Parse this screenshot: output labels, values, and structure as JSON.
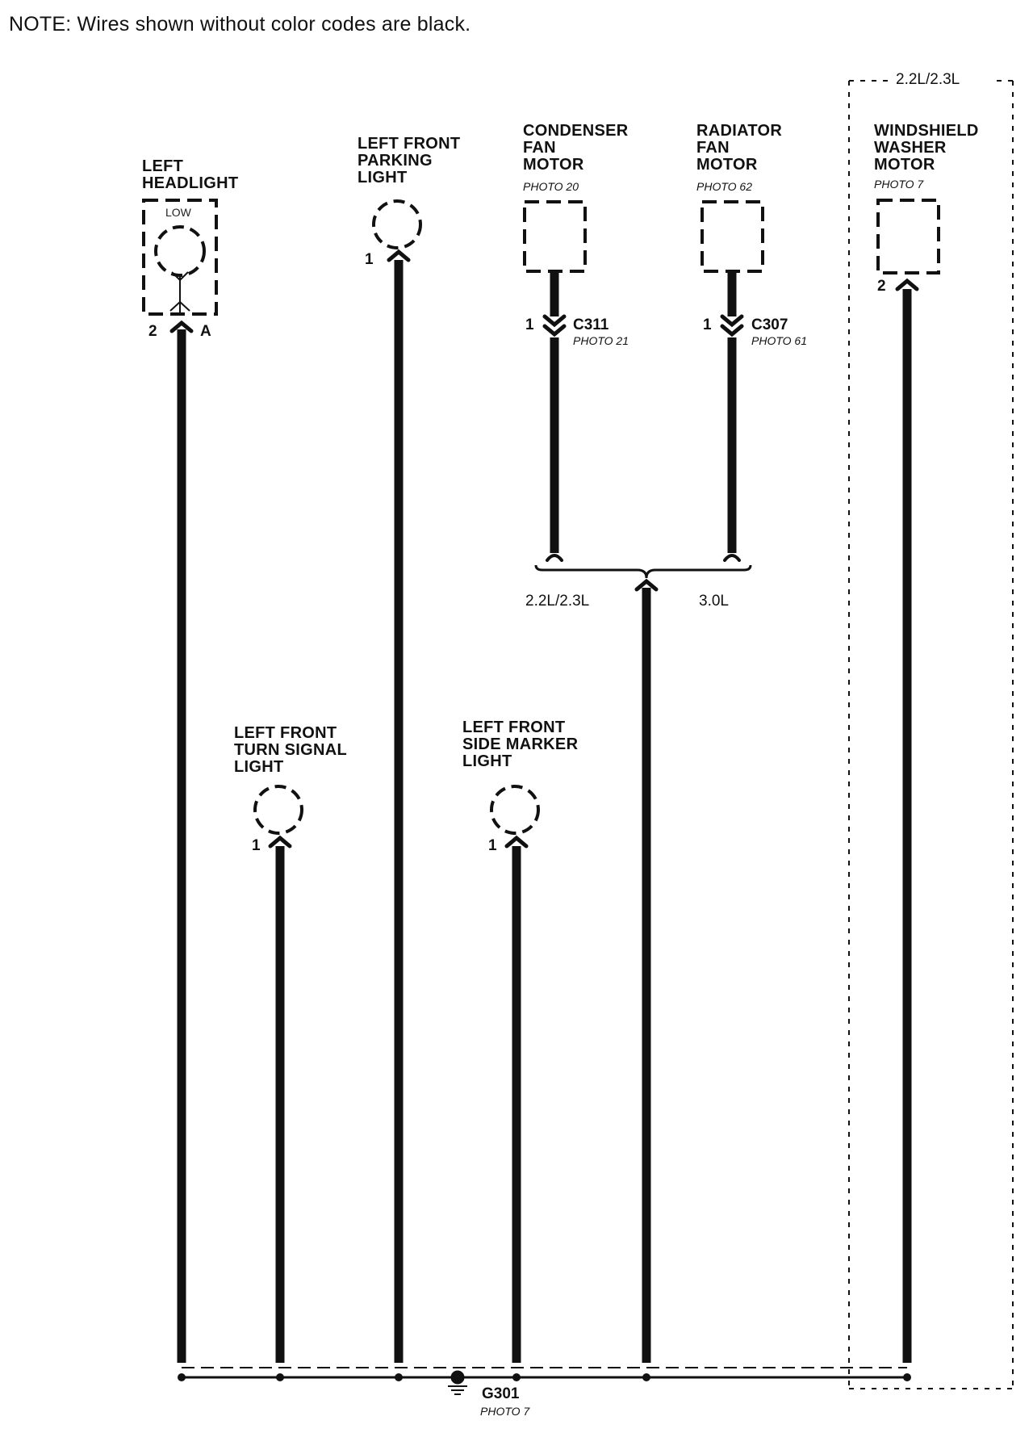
{
  "note": "NOTE: Wires shown without color codes are black.",
  "option_box_label": "2.2L/2.3L",
  "components": {
    "left_headlight": {
      "lines": [
        "LEFT",
        "HEADLIGHT"
      ],
      "inner_label": "LOW",
      "pin": "2",
      "terminal": "A"
    },
    "parking_light": {
      "lines": [
        "LEFT FRONT",
        "PARKING",
        "LIGHT"
      ],
      "pin": "1"
    },
    "condenser_fan": {
      "lines": [
        "CONDENSER",
        "FAN",
        "MOTOR"
      ],
      "photo": "PHOTO 20",
      "pin": "1",
      "connector": "C311",
      "connector_photo": "PHOTO 21"
    },
    "radiator_fan": {
      "lines": [
        "RADIATOR",
        "FAN",
        "MOTOR"
      ],
      "photo": "PHOTO 62",
      "pin": "1",
      "connector": "C307",
      "connector_photo": "PHOTO 61"
    },
    "washer_motor": {
      "lines": [
        "WINDSHIELD",
        "WASHER",
        "MOTOR"
      ],
      "photo": "PHOTO 7",
      "pin": "2"
    },
    "turn_signal": {
      "lines": [
        "LEFT FRONT",
        "TURN SIGNAL",
        "LIGHT"
      ],
      "pin": "1"
    },
    "side_marker": {
      "lines": [
        "LEFT FRONT",
        "SIDE MARKER",
        "LIGHT"
      ],
      "pin": "1"
    }
  },
  "engine_options": {
    "left": "2.2L/2.3L",
    "right": "3.0L"
  },
  "ground": {
    "id": "G301",
    "photo": "PHOTO 7"
  },
  "colors": {
    "wire": "#111111",
    "background": "#ffffff"
  }
}
